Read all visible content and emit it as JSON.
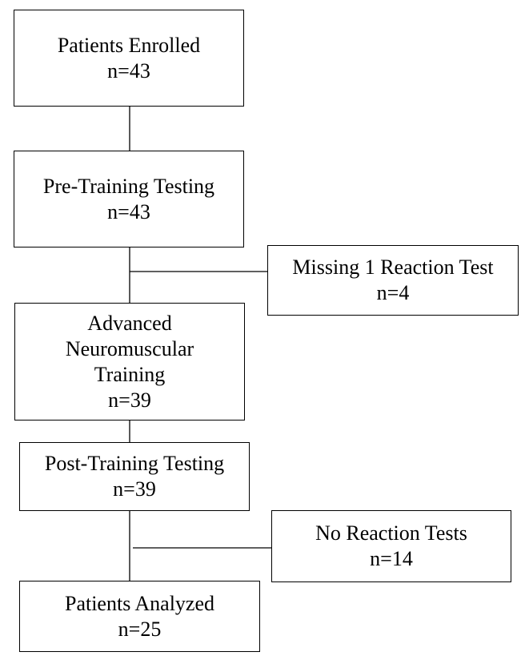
{
  "flowchart": {
    "enrolled": {
      "line1": "Patients Enrolled",
      "line2": "n=43"
    },
    "pretraining": {
      "line1": "Pre-Training Testing",
      "line2": "n=43"
    },
    "missing": {
      "line1": "Missing 1 Reaction Test",
      "line2": "n=4"
    },
    "training": {
      "line1": "Advanced",
      "line2": "Neuromuscular",
      "line3": "Training",
      "line4": "n=39"
    },
    "posttraining": {
      "line1": "Post-Training Testing",
      "line2": "n=39"
    },
    "noreaction": {
      "line1": "No Reaction Tests",
      "line2": "n=14"
    },
    "analyzed": {
      "line1": "Patients Analyzed",
      "line2": "n=25"
    }
  }
}
